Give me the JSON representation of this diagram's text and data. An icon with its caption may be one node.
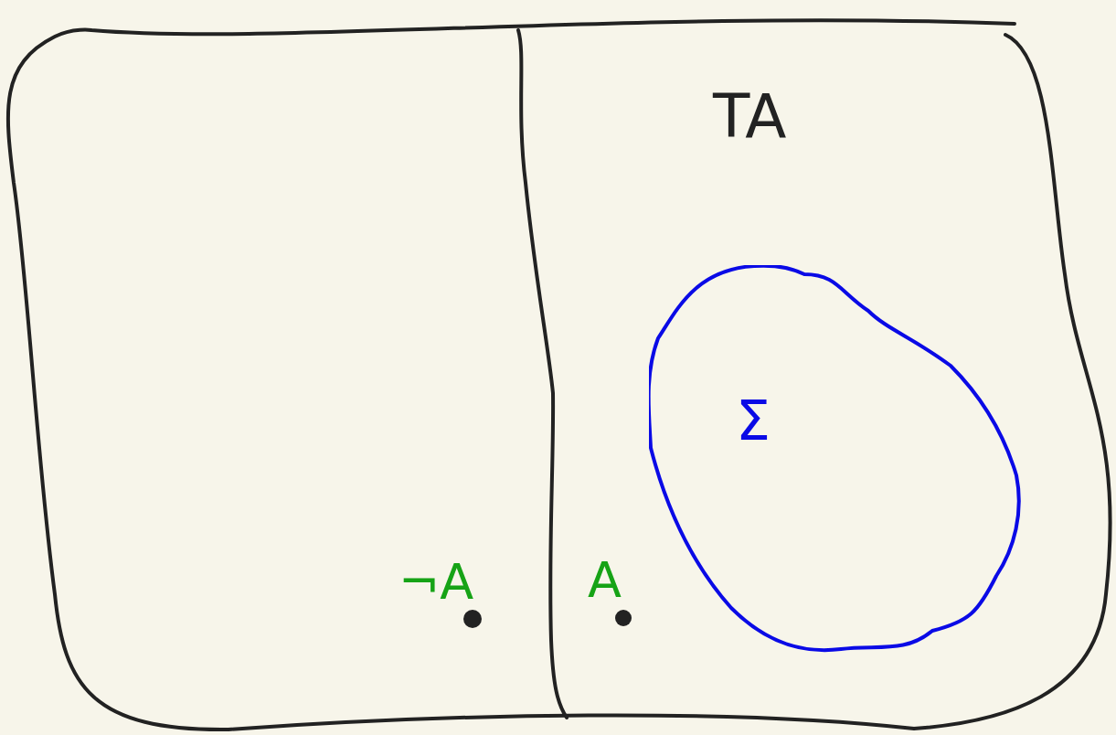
{
  "diagram": {
    "nodes": [
      {
        "text": [
          "Σ"
        ]
      }
    ],
    "labels": [
      "TA",
      "¬A",
      "A"
    ]
  }
}
